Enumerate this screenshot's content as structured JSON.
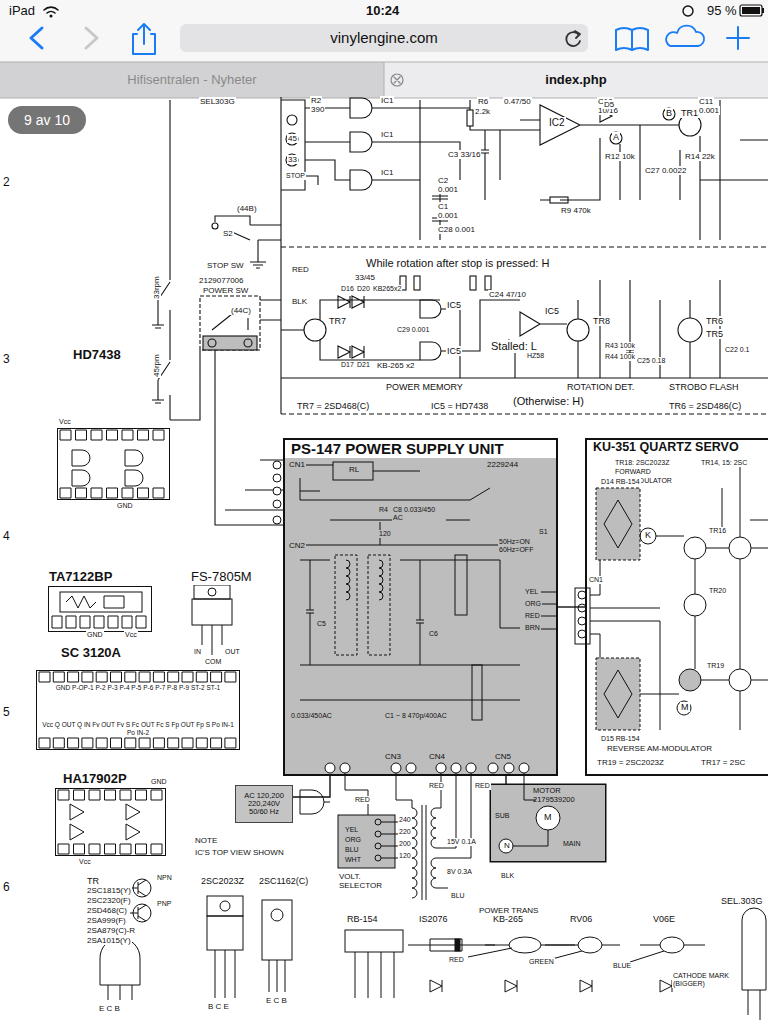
{
  "diagram": {
    "nodes": [
      {
        "text": [
          "vinylengine.com"
        ]
      },
      {
        "text": [
          "Hifisentralen - Nyheter"
        ]
      },
      {
        "text": [
          "index.php"
        ]
      },
      {
        "text": [
          "9 av 10"
        ]
      },
      {
        "text": [
          "PS-147 POWER SUPPLY UNIT"
        ]
      },
      {
        "text": [
          "KU-351 QUARTZ SERVO"
        ]
      },
      {
        "text": [
          "AC 120,200 220,240V 50/60 Hz"
        ]
      },
      {
        "text": [
          "MOTOR 2179539200"
        ]
      },
      {
        "text": [
          "HD7438"
        ]
      },
      {
        "text": [
          "TA7122BP"
        ]
      },
      {
        "text": [
          "SC 3120A",
          "GND P-OP-1 P-2 P-3 P-4 P-5 P-6 P-7 P-8 P-9 ST-2 ST-1",
          "Vcc Q OUT Q IN Fv OUT Fv S Fc OUT Fc S Fp OUT Fp S Po IN-1 Po IN-2"
        ]
      },
      {
        "text": [
          "HA17902P"
        ]
      }
    ],
    "edges": [
      {
        "from": 4,
        "to": 5,
        "arrow": "none"
      },
      {
        "from": 6,
        "to": 4,
        "arrow": "none"
      },
      {
        "from": 4,
        "to": 7,
        "arrow": "none"
      }
    ],
    "labels": [
      "iPad",
      "10:24",
      "95 %",
      "2",
      "3",
      "4",
      "5",
      "6",
      "SEL303G",
      "R2",
      "390",
      "IC1",
      "IC1",
      "IC1",
      "45",
      "33",
      "STOP",
      "R6",
      "2.2k",
      "0.47/50",
      "IC2",
      "C10",
      "10/16",
      "D5",
      "TR1",
      "C11",
      "0.001",
      "C2",
      "0.001",
      "C1",
      "0.001",
      "C28 0.001",
      "C3 33/16",
      "R9 470k",
      "R12 10k",
      "C27 0.0022",
      "R14 22k",
      "(44B)",
      "S2",
      "STOP SW",
      "While rotation after stop is pressed: H",
      "RED",
      "BLK",
      "2129077006",
      "POWER SW",
      "(44C)",
      "33rpm",
      "45rpm",
      "33/45",
      "D16",
      "D20",
      "KB265x2",
      "TR7",
      "D17",
      "D21",
      "KB-265 x2",
      "C29 0.001",
      "IC5",
      "IC5",
      "C24 47/10",
      "IC5",
      "Stalled: L",
      "HZ58",
      "TR8",
      "R43 100k",
      "R44 100k",
      "C25 0.18",
      "TR6",
      "TR5",
      "C22 0.1",
      "POWER MEMORY",
      "ROTATION DET.",
      "STROBO FLASH",
      "TR7 = 2SD468(C)",
      "IC5 = HD7438",
      "(Otherwise: H)",
      "TR6 = 2SD486(C)",
      "Vcc",
      "GND",
      "GND",
      "Vcc",
      "FS-7805M",
      "IN",
      "COM",
      "OUT",
      "Vcc",
      "GND",
      "TR",
      "2SC1815(Y)",
      "2SC2320(F)",
      "2SD468(C)",
      "2SA999(F)",
      "2SA879(C)-R",
      "2SA1015(Y)",
      "NPN",
      "PNP",
      "E C B",
      "2SC2023Z",
      "B C E",
      "2SC1162(C)",
      "E C B",
      "NOTE",
      "IC'S TOP VIEW SHOWN",
      "RB-154",
      "IS2076",
      "KB-265",
      "RV06",
      "V06E",
      "SEL.303G",
      "RED",
      "GREEN",
      "BLUE",
      "CATHODE MARK (BIGGER)",
      "CN1",
      "2229244",
      "CN2",
      "RL",
      "R4",
      "120",
      "C8 0.033/450 AC",
      "S1",
      "50Hz=ON 60Hz=OFF",
      "YEL",
      "ORG",
      "RED",
      "BRN",
      "C5",
      "C6",
      "0.033/450AC",
      "C1 ~ 8 470p/400AC",
      "CN3",
      "CN4",
      "CN5",
      "CN1",
      "TR18: 2SC2023Z",
      "FORWARD",
      "AM-MODULATOR",
      "TR14, 15: 2SC",
      "D14 RB-154",
      "K",
      "TR16",
      "TR20",
      "D15 RB-154",
      "TR19",
      "M",
      "REVERSE AM-MODULATOR",
      "TR19 = 2SC2023Z",
      "TR17 = 2SC",
      "A",
      "B",
      "RED",
      "YEL",
      "ORG",
      "BLU",
      "WHT",
      "240",
      "220",
      "200",
      "120",
      "15V 0.1A",
      "8V 0.3A",
      "BLU",
      "POWER TRANS",
      "VOLT. SELECTOR",
      "SUB",
      "MAIN",
      "N",
      "M",
      "RED",
      "RED",
      "BLK"
    ]
  }
}
